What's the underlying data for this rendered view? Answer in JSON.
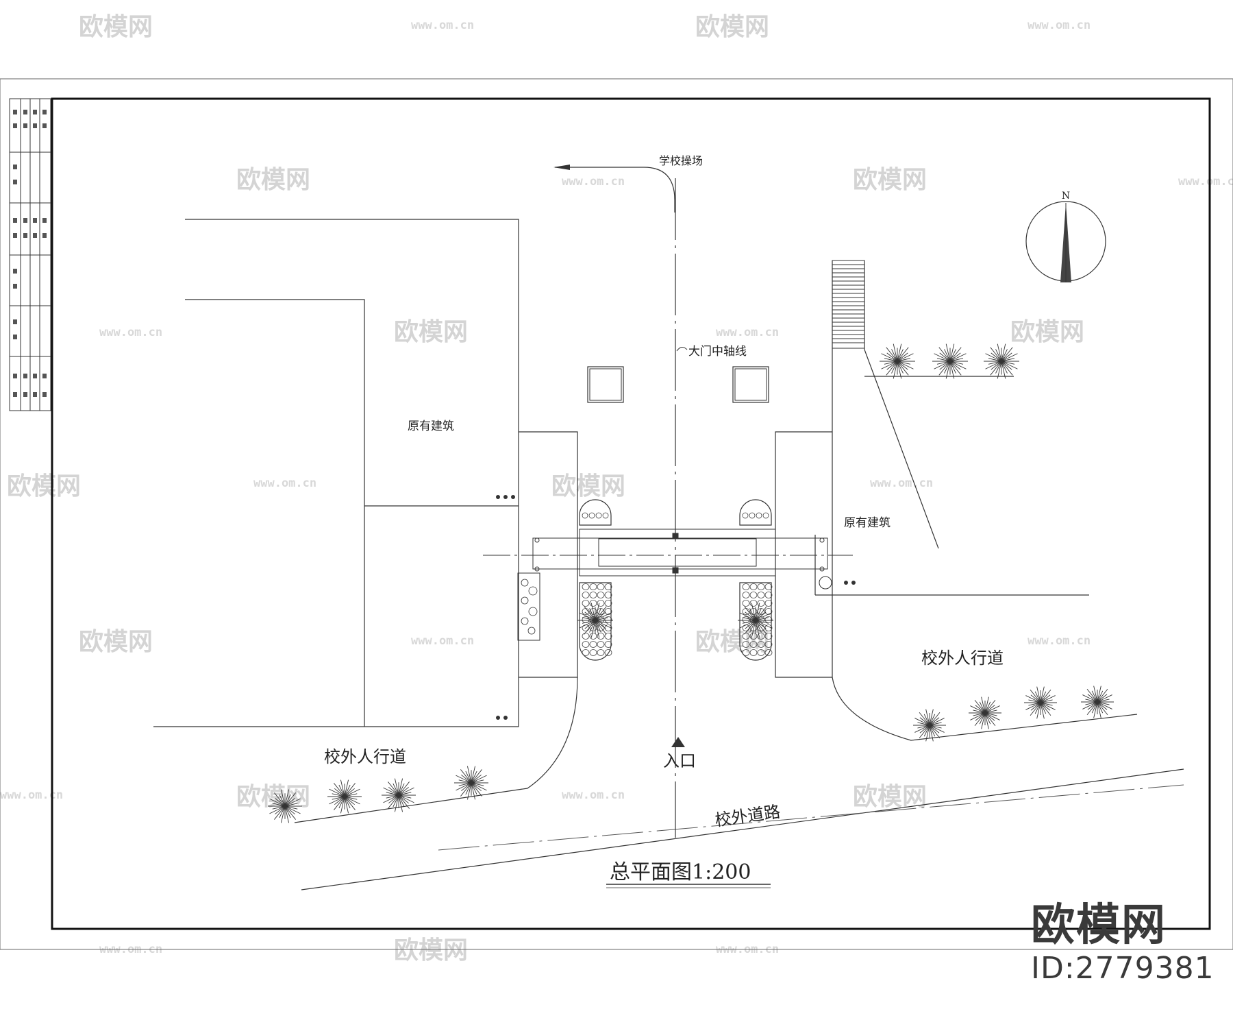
{
  "watermark": {
    "logo_text": "欧模网",
    "url_text": "www.om.cn"
  },
  "labels": {
    "playground": "学校操场",
    "axis": "大门中轴线",
    "building_left": "原有建筑",
    "building_right": "原有建筑",
    "sidewalk_left": "校外人行道",
    "sidewalk_right": "校外人行道",
    "entrance": "入口",
    "road": "校外道路",
    "north": "N",
    "drawing_title": "总平面图1:200"
  },
  "brand": {
    "logo": "欧模网",
    "id": "ID:2779381"
  },
  "colors": {
    "line": "#333333",
    "watermark": "#d4d4d4"
  }
}
